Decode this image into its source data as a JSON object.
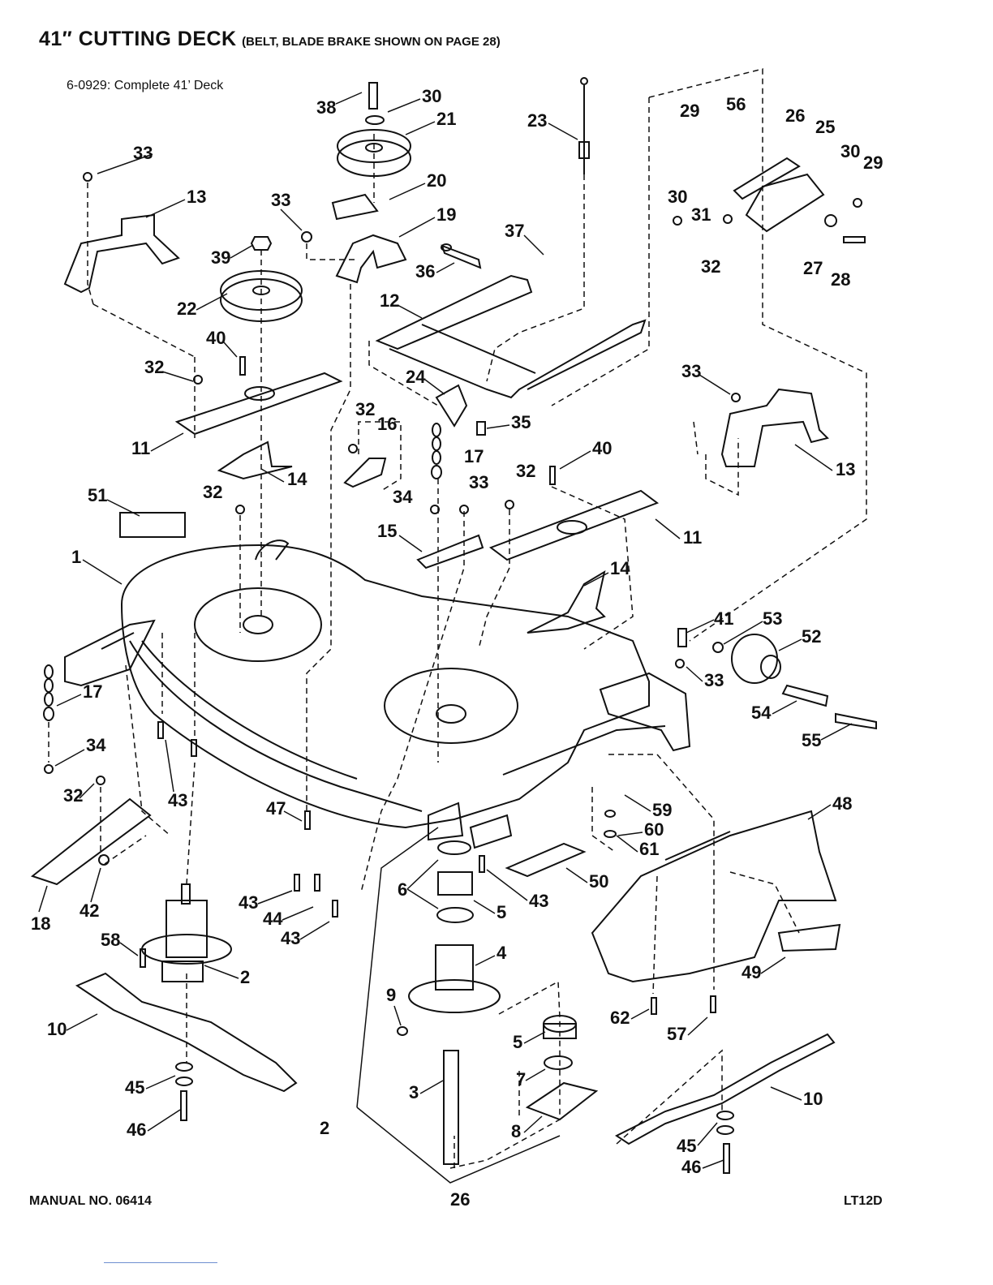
{
  "header": {
    "title_main": "41″ CUTTING DECK",
    "title_note": "(BELT, BLADE BRAKE SHOWN ON PAGE 28)",
    "subtitle": "6-0929: Complete 41’ Deck"
  },
  "footer": {
    "manual": "MANUAL NO. 06414",
    "page": "26",
    "model": "LT12D"
  },
  "callouts": [
    {
      "id": "c38",
      "text": "38"
    },
    {
      "id": "c30a",
      "text": "30"
    },
    {
      "id": "c21",
      "text": "21"
    },
    {
      "id": "c23",
      "text": "23"
    },
    {
      "id": "c29a",
      "text": "29"
    },
    {
      "id": "c56",
      "text": "56"
    },
    {
      "id": "c26",
      "text": "26"
    },
    {
      "id": "c25",
      "text": "25"
    },
    {
      "id": "c30b",
      "text": "30"
    },
    {
      "id": "c29b",
      "text": "29"
    },
    {
      "id": "c30c",
      "text": "30"
    },
    {
      "id": "c31",
      "text": "31"
    },
    {
      "id": "c32a",
      "text": "32"
    },
    {
      "id": "c27",
      "text": "27"
    },
    {
      "id": "c28",
      "text": "28"
    },
    {
      "id": "c33a",
      "text": "33"
    },
    {
      "id": "c13a",
      "text": "13"
    },
    {
      "id": "c33b",
      "text": "33"
    },
    {
      "id": "c20",
      "text": "20"
    },
    {
      "id": "c19",
      "text": "19"
    },
    {
      "id": "c39",
      "text": "39"
    },
    {
      "id": "c22",
      "text": "22"
    },
    {
      "id": "c37",
      "text": "37"
    },
    {
      "id": "c36",
      "text": "36"
    },
    {
      "id": "c12",
      "text": "12"
    },
    {
      "id": "c40a",
      "text": "40"
    },
    {
      "id": "c32b",
      "text": "32"
    },
    {
      "id": "c11a",
      "text": "11"
    },
    {
      "id": "c14a",
      "text": "14"
    },
    {
      "id": "c24",
      "text": "24"
    },
    {
      "id": "c35",
      "text": "35"
    },
    {
      "id": "c32c",
      "text": "32"
    },
    {
      "id": "c16",
      "text": "16"
    },
    {
      "id": "c17a",
      "text": "17"
    },
    {
      "id": "c33c",
      "text": "33"
    },
    {
      "id": "c13b",
      "text": "13"
    },
    {
      "id": "c40b",
      "text": "40"
    },
    {
      "id": "c32d",
      "text": "32"
    },
    {
      "id": "c33d",
      "text": "33"
    },
    {
      "id": "c34a",
      "text": "34"
    },
    {
      "id": "c51",
      "text": "51"
    },
    {
      "id": "c32e",
      "text": "32"
    },
    {
      "id": "c15",
      "text": "15"
    },
    {
      "id": "c11b",
      "text": "11"
    },
    {
      "id": "c1",
      "text": "1"
    },
    {
      "id": "c14b",
      "text": "14"
    },
    {
      "id": "c41",
      "text": "41"
    },
    {
      "id": "c53",
      "text": "53"
    },
    {
      "id": "c52",
      "text": "52"
    },
    {
      "id": "c33e",
      "text": "33"
    },
    {
      "id": "c17b",
      "text": "17"
    },
    {
      "id": "c54",
      "text": "54"
    },
    {
      "id": "c55",
      "text": "55"
    },
    {
      "id": "c34b",
      "text": "34"
    },
    {
      "id": "c32f",
      "text": "32"
    },
    {
      "id": "c43a",
      "text": "43"
    },
    {
      "id": "c47",
      "text": "47"
    },
    {
      "id": "c59",
      "text": "59"
    },
    {
      "id": "c48",
      "text": "48"
    },
    {
      "id": "c60",
      "text": "60"
    },
    {
      "id": "c61",
      "text": "61"
    },
    {
      "id": "c18",
      "text": "18"
    },
    {
      "id": "c42",
      "text": "42"
    },
    {
      "id": "c6",
      "text": "6"
    },
    {
      "id": "c5a",
      "text": "5"
    },
    {
      "id": "c43b",
      "text": "43"
    },
    {
      "id": "c50",
      "text": "50"
    },
    {
      "id": "c43c",
      "text": "43"
    },
    {
      "id": "c44",
      "text": "44"
    },
    {
      "id": "c43d",
      "text": "43"
    },
    {
      "id": "c58",
      "text": "58"
    },
    {
      "id": "c2a",
      "text": "2"
    },
    {
      "id": "c4",
      "text": "4"
    },
    {
      "id": "c49",
      "text": "49"
    },
    {
      "id": "c10a",
      "text": "10"
    },
    {
      "id": "c9",
      "text": "9"
    },
    {
      "id": "c5b",
      "text": "5"
    },
    {
      "id": "c62",
      "text": "62"
    },
    {
      "id": "c57",
      "text": "57"
    },
    {
      "id": "c7",
      "text": "7"
    },
    {
      "id": "c45a",
      "text": "45"
    },
    {
      "id": "c3",
      "text": "3"
    },
    {
      "id": "c10b",
      "text": "10"
    },
    {
      "id": "c46a",
      "text": "46"
    },
    {
      "id": "c2b",
      "text": "2"
    },
    {
      "id": "c8",
      "text": "8"
    },
    {
      "id": "c45b",
      "text": "45"
    },
    {
      "id": "c46b",
      "text": "46"
    }
  ]
}
